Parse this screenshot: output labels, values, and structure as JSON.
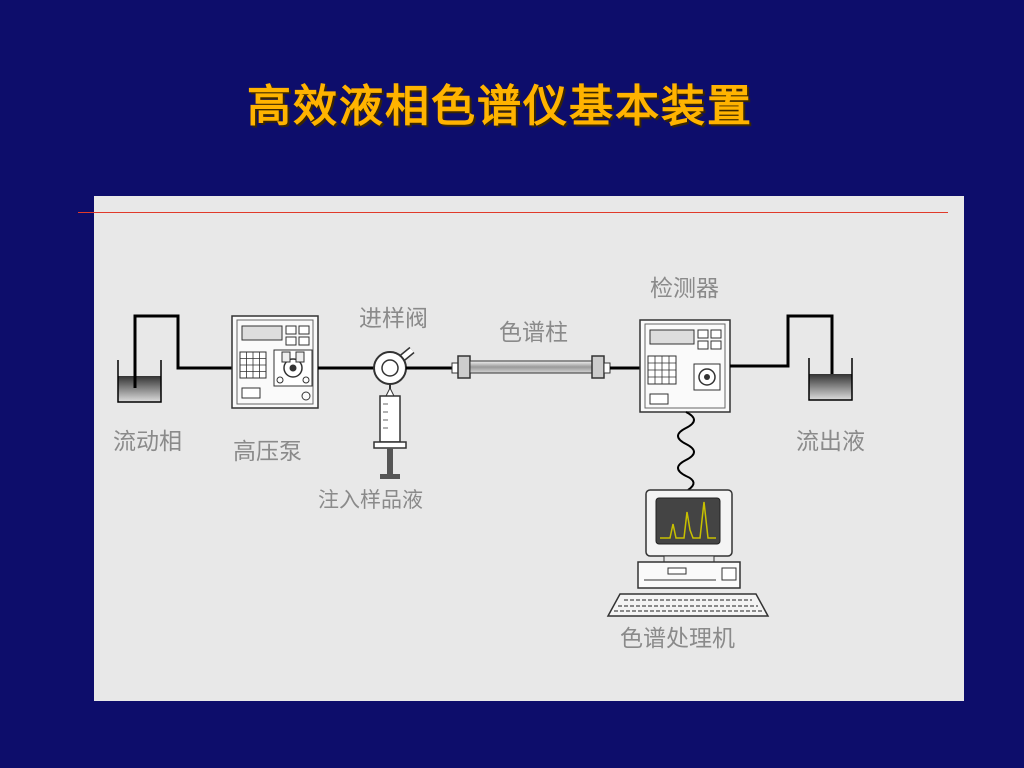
{
  "title": "高效液相色谱仪基本装置",
  "labels": {
    "mobile_phase": "流动相",
    "high_pressure_pump": "高压泵",
    "injection_valve": "进样阀",
    "sample_injection": "注入样品液",
    "column": "色谱柱",
    "detector": "检测器",
    "effluent": "流出液",
    "data_processor": "色谱处理机"
  },
  "colors": {
    "background": "#0d0d6b",
    "title": "#ffb300",
    "panel": "#e8e8e8",
    "rule": "#e03a2a",
    "label": "#8a8a8a",
    "screen_trace": "#c8c000"
  }
}
